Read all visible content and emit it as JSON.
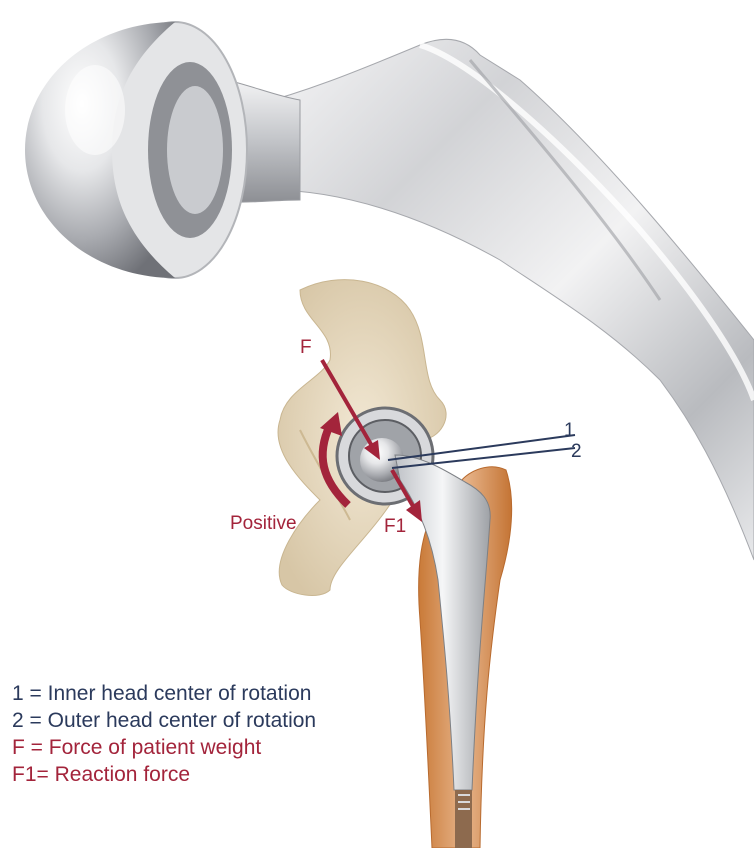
{
  "colors": {
    "navy": "#2b3a5c",
    "crimson": "#a3243b",
    "metal_light": "#f4f4f5",
    "metal_dark": "#8c8e93",
    "bone": "#e9dcc3",
    "bone_orange": "#d08a4a"
  },
  "diagram": {
    "labels": {
      "force": "F",
      "reaction": "F1",
      "positive": "Positive",
      "inner": "1",
      "outer": "2"
    }
  },
  "legend": [
    {
      "text": "1 = Inner head center of rotation",
      "color": "#2b3a5c"
    },
    {
      "text": "2 = Outer head center of rotation",
      "color": "#2b3a5c"
    },
    {
      "text": "F = Force of patient weight",
      "color": "#a3243b"
    },
    {
      "text": "F1= Reaction force",
      "color": "#a3243b"
    }
  ]
}
